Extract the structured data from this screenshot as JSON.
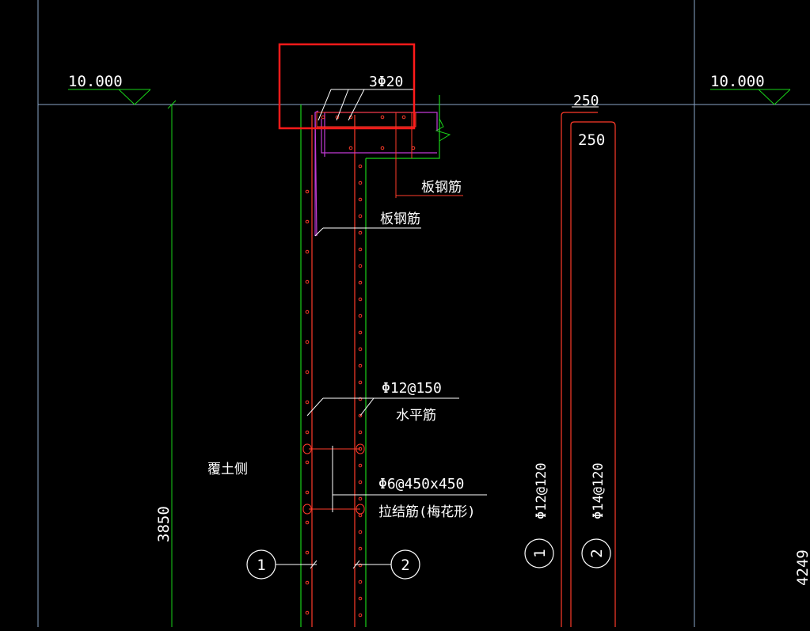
{
  "colors": {
    "background": "#000000",
    "axis_line": "#8aa6c8",
    "green": "#19d219",
    "red": "#ff3b2a",
    "magenta": "#c23bd6",
    "white": "#ffffff",
    "highlight": "#ff1a1a"
  },
  "elevation": {
    "left": "10.000",
    "right": "10.000"
  },
  "labels": {
    "top_rebar": "3Φ20",
    "dim_top": "250",
    "dim_section": "250",
    "slab_rebar_upper": "板钢筋",
    "slab_rebar_lower": "板钢筋",
    "horiz_spec": "Φ12@150",
    "horiz_name": "水平筋",
    "tie_spec": "Φ6@450x450",
    "tie_name": "拉结筋(梅花形)",
    "soil_side": "覆土侧",
    "dim_height": "3850",
    "dim_right": "4249",
    "rebar_1": "Φ12@120",
    "rebar_2": "Φ14@120"
  },
  "markers": {
    "m1": "1",
    "m2": "2",
    "m1_section": "1",
    "m2_section": "2"
  }
}
